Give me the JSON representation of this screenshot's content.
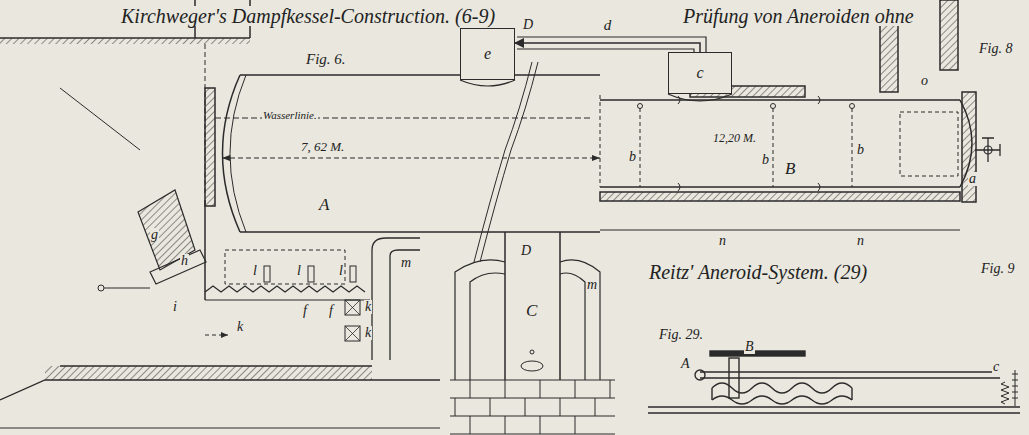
{
  "diagram": {
    "nodes": [
      {
        "text": [
          "e"
        ]
      },
      {
        "text": [
          "c"
        ]
      }
    ],
    "edges": [
      {
        "from": 1,
        "to": 0,
        "arrow": "to",
        "label": "d"
      }
    ],
    "labels": [
      "Kirchweger's Dampfkessel-Construction. (6-9)",
      "Prüfung von Aneroiden ohne",
      "Fig. 6.",
      "D",
      "Fig. 8",
      "o",
      "Wasserlinie.",
      "7, 62 M.",
      "A",
      "12,20 M.",
      "b",
      "b",
      "B",
      "b",
      "a",
      "g",
      "h",
      "i",
      "l",
      "l",
      "l",
      "f",
      "f",
      "m",
      "m",
      "k",
      "k",
      "k",
      "C",
      "D",
      "n",
      "n",
      "Fig. 9",
      "Reitz' Aneroid-System. (29)",
      "Fig. 29.",
      "A",
      "B",
      "c"
    ]
  }
}
